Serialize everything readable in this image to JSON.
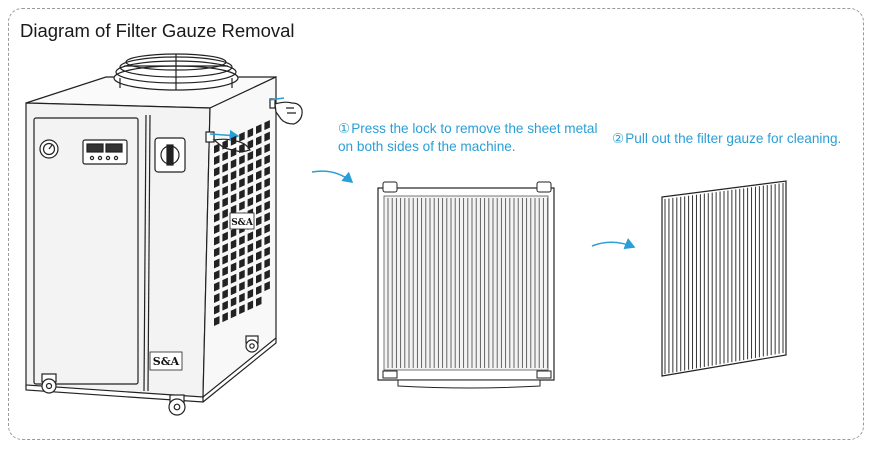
{
  "title": "Diagram of Filter Gauze Removal",
  "steps": [
    {
      "number": "①",
      "text": "Press the lock to remove the sheet metal on both sides of the machine."
    },
    {
      "number": "②",
      "text": "Pull out the filter gauze for cleaning."
    }
  ],
  "brand_label": "S&A",
  "colors": {
    "instruction_text": "#2a9fd6",
    "arrow": "#2a9fd6",
    "line_art": "#222222",
    "frame_border": "#9a9a9a"
  }
}
